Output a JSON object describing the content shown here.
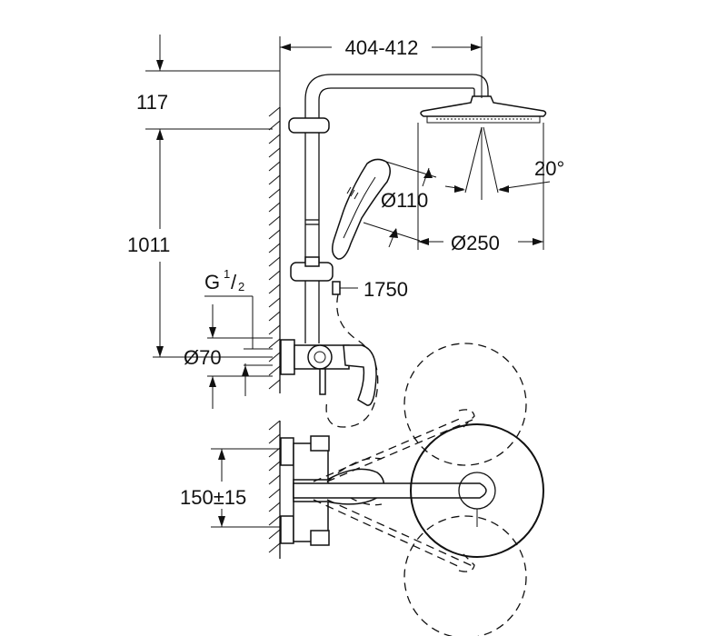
{
  "dimensions": {
    "width_arm": "404-412",
    "top_offset": "117",
    "height": "1011",
    "thread_main": "G",
    "thread_sup": "1",
    "thread_sub": "2",
    "hose_length": "1750",
    "flange_diameter": "Ø70",
    "handshower_diameter": "Ø110",
    "head_diameter": "Ø250",
    "tilt_angle": "20°",
    "center_distance": "150±15"
  }
}
